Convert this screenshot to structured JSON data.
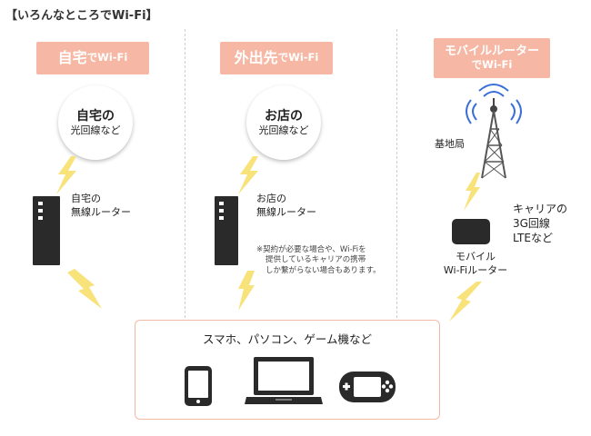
{
  "title": "【いろんなところでWi-Fi】",
  "columns": [
    {
      "header_big": "自宅",
      "header_small": "でWi-Fi",
      "circle_line1": "自宅の",
      "circle_line2": "光回線など",
      "device_label_1": "自宅の",
      "device_label_2": "無線ルーター"
    },
    {
      "header_big": "外出先",
      "header_small": "でWi-Fi",
      "circle_line1": "お店の",
      "circle_line2": "光回線など",
      "device_label_1": "お店の",
      "device_label_2": "無線ルーター",
      "note_lines": [
        "※契約が必要な場合や、Wi-Fiを",
        "提供しているキャリアの携帯",
        "しか繋がらない場合もあります。"
      ]
    },
    {
      "header_big": "モバイルルーター",
      "header_small": "でWi-Fi",
      "tower_label": "基地局",
      "carrier_line1": "キャリアの",
      "carrier_line2": "3G回線",
      "carrier_line3": "LTEなど",
      "router_label_1": "モバイル",
      "router_label_2": "Wi-Fiルーター"
    }
  ],
  "devices_text": "スマホ、パソコン、ゲーム機など",
  "colors": {
    "accent": "#f6b8a4",
    "bolt": "#f8e27a",
    "device": "#2a2a2a"
  }
}
